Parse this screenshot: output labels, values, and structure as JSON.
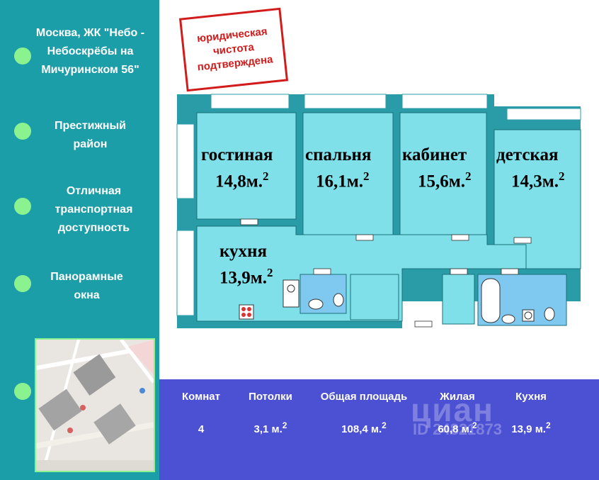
{
  "sidebar": {
    "address": "Москва, ЖК \"Небо -\nНебоскрёбы на\nМичуринском 56\"",
    "features": [
      {
        "text": "Престижный\nрайон"
      },
      {
        "text": "Отличная\nтранспортная\nдоступность"
      },
      {
        "text": "Панорамные\nокна"
      }
    ],
    "accent_color": "#8af28f",
    "background_color": "#1c9ea9"
  },
  "stamp": {
    "lines": [
      "юридическая",
      "чистота",
      "подтверждена"
    ],
    "color": "#d21b1b"
  },
  "plan": {
    "rooms": [
      {
        "name": "гостиная",
        "area": "14,8м.",
        "sup": "2"
      },
      {
        "name": "спальня",
        "area": "16,1м.",
        "sup": "2"
      },
      {
        "name": "кабинет",
        "area": "15,6м.",
        "sup": "2"
      },
      {
        "name": "детская",
        "area": "14,3м.",
        "sup": "2"
      },
      {
        "name": "кухня",
        "area": "13,9м.",
        "sup": "2"
      }
    ],
    "room_color": "#7fe0ea",
    "bath_color": "#7fc8f0",
    "wall_color": "#2a9ca8"
  },
  "stats": {
    "items": [
      {
        "label": "Комнат",
        "value": "4",
        "sup": ""
      },
      {
        "label": "Потолки",
        "value": "3,1 м.",
        "sup": "2"
      },
      {
        "label": "Общая площадь",
        "value": "108,4 м.",
        "sup": "2"
      },
      {
        "label": "Жилая",
        "value": "60,8 м.",
        "sup": "2"
      },
      {
        "label": "Кухня",
        "value": "13,9 м.",
        "sup": "2"
      }
    ],
    "watermark": "циан",
    "watermark_id": "ID 24821873"
  }
}
